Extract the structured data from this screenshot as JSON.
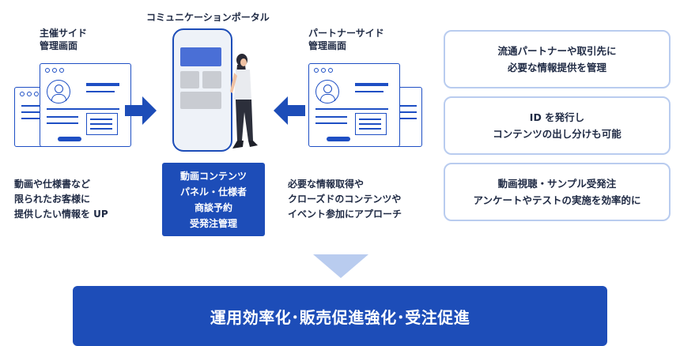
{
  "left": {
    "title_line1": "主催サイド",
    "title_line2": "管理画面",
    "desc": [
      "動画や仕様書など",
      "限られたお客様に",
      "提供したい情報を UP"
    ]
  },
  "center": {
    "title": "コミュニケーションポータル",
    "features": [
      "動画コンテンツ",
      "パネル・仕様者",
      "商談予約",
      "受発注管理"
    ]
  },
  "right": {
    "title_line1": "パートナーサイド",
    "title_line2": "管理画面",
    "desc": [
      "必要な情報取得や",
      "クローズドのコンテンツや",
      "イベント参加にアプローチ"
    ]
  },
  "benefits": [
    [
      "流通パートナーや取引先に",
      "必要な情報提供を管理"
    ],
    [
      "ID を発行し",
      "コンテンツの出し分けも可能"
    ],
    [
      "動画視聴・サンプル受発注",
      "アンケートやテストの実施を効率的に"
    ]
  ],
  "result": "運用効率化･販売促進強化･受注促進",
  "colors": {
    "primary": "#1d4db8",
    "light": "#b9ccef",
    "arrow_down": "#b9ccef"
  }
}
